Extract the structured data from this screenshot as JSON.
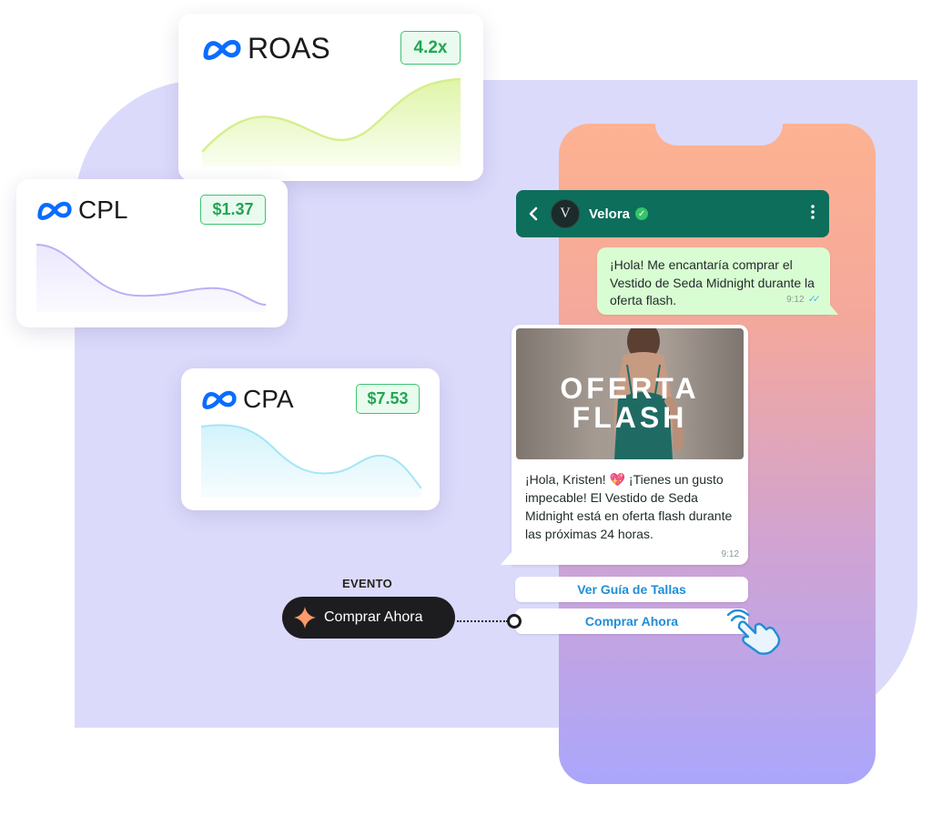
{
  "metrics": [
    {
      "label": "ROAS",
      "value": "4.2x"
    },
    {
      "label": "CPL",
      "value": "$1.37"
    },
    {
      "label": "CPA",
      "value": "$7.53"
    }
  ],
  "chat": {
    "contact_name": "Velora",
    "avatar_letter": "V",
    "outgoing": {
      "text": "¡Hola! Me encantaría comprar el Vestido de Seda Midnight durante la oferta flash.",
      "time": "9:12"
    },
    "incoming": {
      "image_title_line1": "OFERTA",
      "image_title_line2": "FLASH",
      "text": "¡Hola, Kristen! 💖 ¡Tienes un gusto impecable! El Vestido de Seda Midnight está en oferta flash durante las próximas 24 horas.",
      "time": "9:12"
    },
    "quick_replies": [
      "Ver Guía de Tallas",
      "Comprar Ahora"
    ]
  },
  "event": {
    "label": "EVENTO",
    "name": "Comprar Ahora"
  },
  "colors": {
    "header_green": "#0d6e5b",
    "outgoing_bubble": "#d9fdd2",
    "badge_green": "#22a653",
    "meta_blue": "#0a6cff",
    "link_blue": "#1f8ed6"
  }
}
